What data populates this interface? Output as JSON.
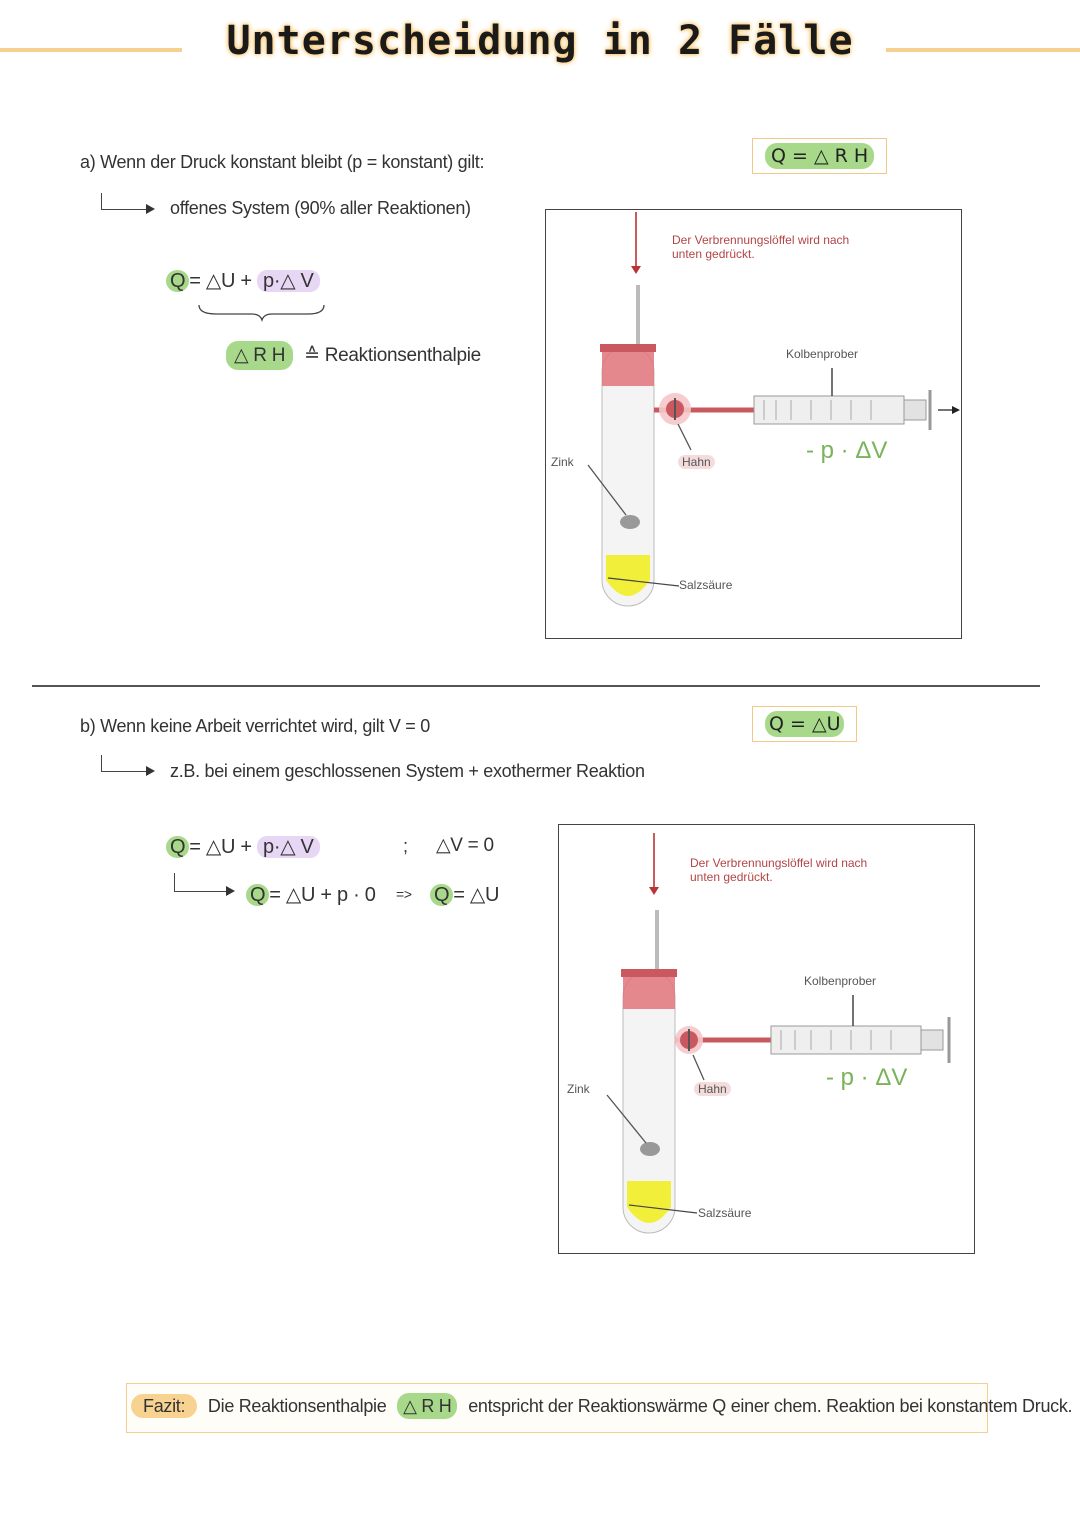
{
  "title": "Unterscheidung in 2 Fälle",
  "case_a": {
    "condition": "a) Wenn der Druck konstant bleibt (p = konstant) gilt:",
    "arrow_text": "offenes System (90% aller Reaktionen)",
    "formula_q": "Q",
    "formula_rest": "= △U + ",
    "formula_work": "p·△ V",
    "enthalpy_symbol": "△ R H",
    "enthalpy_meaning": "≙ Reaktionsenthalpie",
    "result_box": "Q = △ R H"
  },
  "case_b": {
    "condition": "b) Wenn keine Arbeit verrichtet wird, gilt V = 0",
    "arrow_text": "z.B. bei einem geschlossenen System + exothermer Reaktion",
    "formula_q": "Q",
    "formula_rest": "= △U + ",
    "formula_work": "p·△ V",
    "separator": ";",
    "delta_v": "△V = 0",
    "step_q": "Q",
    "step_rest": "= △U + p · 0",
    "implies": "=>",
    "final_q": "Q",
    "final_rest": "= △U",
    "result_box": "Q = △U"
  },
  "apparatus": {
    "spoon_note": "Der Verbrennungslöffel wird nach unten gedrückt.",
    "syringe": "Kolbenprober",
    "valve": "Hahn",
    "metal": "Zink",
    "acid": "Salzsäure",
    "work_term": "- p · ΔV"
  },
  "fazit": {
    "tag": "Fazit:",
    "text_before": "Die Reaktionsenthalpie",
    "symbol": "△ R H",
    "text_after": "entspricht der Reaktionswärme Q einer chem. Reaktion bei konstantem Druck."
  },
  "colors": {
    "green_highlight": "#a8d98a",
    "purple_highlight": "#e7d7f5",
    "orange_accent": "#f6d08e",
    "acid_yellow": "#f2ef3a",
    "stopper_red": "#e0747a"
  }
}
